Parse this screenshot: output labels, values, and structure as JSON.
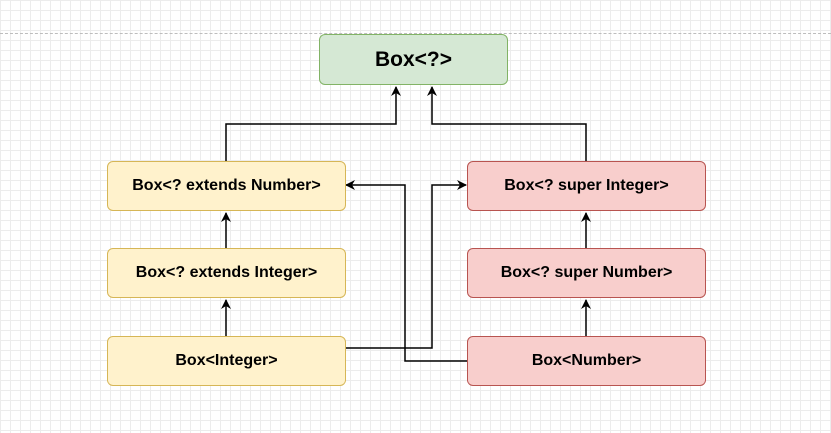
{
  "diagram": {
    "nodes": {
      "box_wildcard": {
        "label": "Box<?>",
        "color": "#d5e8d4",
        "border": "#82b366"
      },
      "box_extends_number": {
        "label": "Box<? extends Number>",
        "color": "#fff2cc",
        "border": "#d6b656"
      },
      "box_extends_integer": {
        "label": "Box<? extends Integer>",
        "color": "#fff2cc",
        "border": "#d6b656"
      },
      "box_integer": {
        "label": "Box<Integer>",
        "color": "#fff2cc",
        "border": "#d6b656"
      },
      "box_super_integer": {
        "label": "Box<? super Integer>",
        "color": "#f8cecc",
        "border": "#b85450"
      },
      "box_super_number": {
        "label": "Box<? super Number>",
        "color": "#f8cecc",
        "border": "#b85450"
      },
      "box_number": {
        "label": "Box<Number>",
        "color": "#f8cecc",
        "border": "#b85450"
      }
    },
    "edges": [
      {
        "from": "box_extends_number",
        "to": "box_wildcard"
      },
      {
        "from": "box_super_integer",
        "to": "box_wildcard"
      },
      {
        "from": "box_extends_integer",
        "to": "box_extends_number"
      },
      {
        "from": "box_integer",
        "to": "box_extends_integer"
      },
      {
        "from": "box_super_number",
        "to": "box_super_integer"
      },
      {
        "from": "box_number",
        "to": "box_super_number"
      },
      {
        "from": "box_integer",
        "to": "box_super_integer"
      },
      {
        "from": "box_number",
        "to": "box_extends_number"
      }
    ],
    "edge_color": "#000000"
  }
}
